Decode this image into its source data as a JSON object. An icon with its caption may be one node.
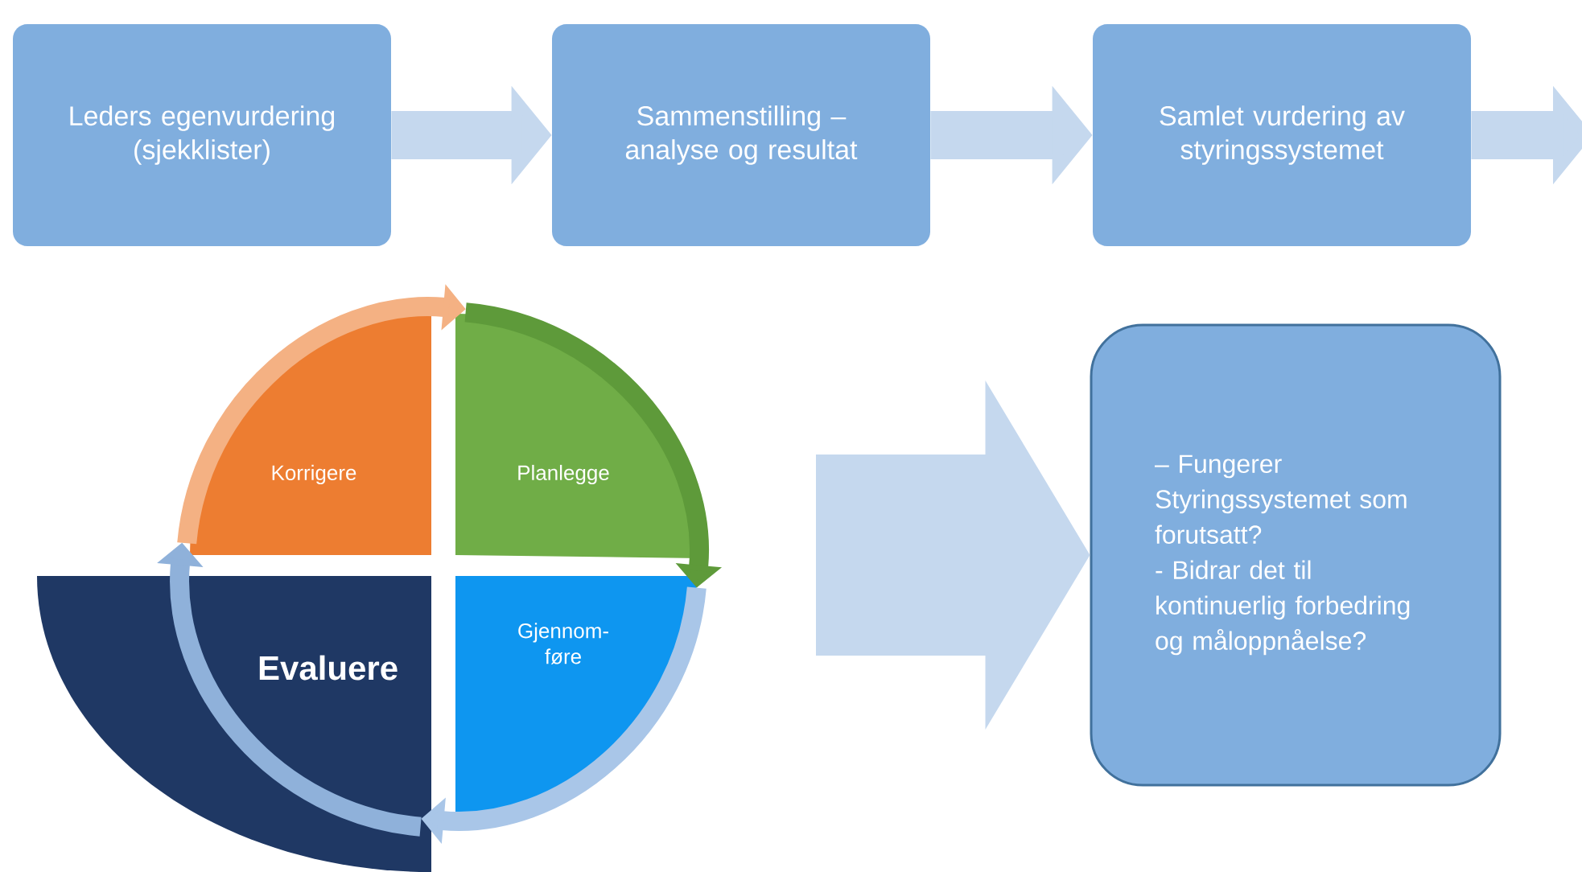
{
  "diagram": {
    "nodes": [
      {
        "text": [
          "Leders egenvurdering (sjekklister)"
        ]
      },
      {
        "text": [
          "Sammenstilling – analyse og resultat"
        ]
      },
      {
        "text": [
          "Samlet vurdering av styringssystemet"
        ]
      },
      {
        "text": [
          "Korrigere"
        ]
      },
      {
        "text": [
          "Planlegge"
        ]
      },
      {
        "text": [
          "Gjennom- føre"
        ]
      },
      {
        "text": [
          "Evaluere"
        ]
      },
      {
        "text": [
          "– Fungerer Styringssystemet som forutsatt?",
          "- Bidrar det til kontinuerlig forbedring og måloppnåelse?"
        ]
      }
    ],
    "edges": [
      {
        "from": 0,
        "to": 1,
        "arrow": "to",
        "style": "thick",
        "color": "#c5d8ee"
      },
      {
        "from": 1,
        "to": 2,
        "arrow": "to",
        "style": "thick",
        "color": "#c5d8ee"
      },
      {
        "from": 2,
        "to": null,
        "arrow": "to",
        "style": "thick",
        "color": "#c5d8ee"
      },
      {
        "from": 3,
        "to": 4,
        "arrow": "to",
        "color": "#f4b183"
      },
      {
        "from": 4,
        "to": 5,
        "arrow": "to",
        "color": "#5e9a3a"
      },
      {
        "from": 5,
        "to": 6,
        "arrow": "to",
        "color": "#a9c6e8"
      },
      {
        "from": 6,
        "to": 3,
        "arrow": "to",
        "color": "#8fb1da"
      },
      {
        "from": null,
        "to": 7,
        "arrow": "to",
        "style": "thick",
        "color": "#c5d8ee"
      }
    ]
  }
}
